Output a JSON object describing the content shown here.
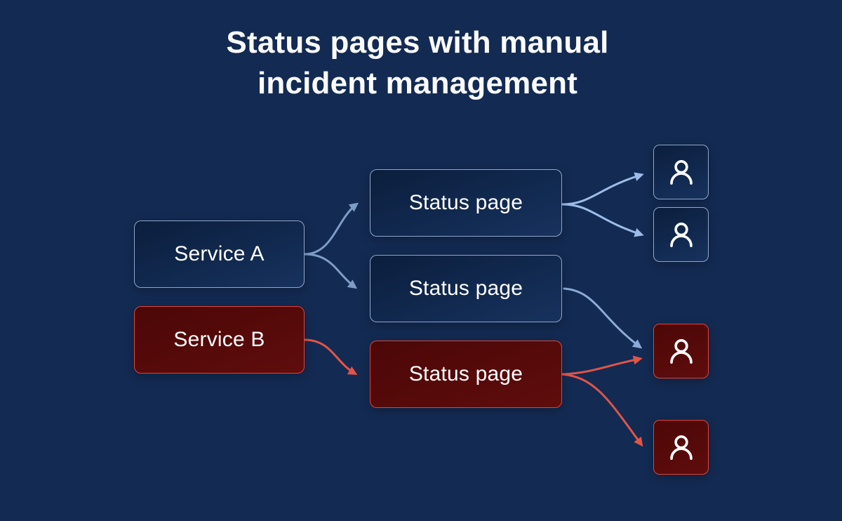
{
  "title": {
    "line1": "Status pages with manual",
    "line2": "incident management"
  },
  "diagram": {
    "nodes": [
      {
        "id": "service-a",
        "label": "Service A",
        "type": "service",
        "variant": "blue"
      },
      {
        "id": "service-b",
        "label": "Service B",
        "type": "service",
        "variant": "red"
      },
      {
        "id": "status-page-1",
        "label": "Status page",
        "type": "status-page",
        "variant": "blue"
      },
      {
        "id": "status-page-2",
        "label": "Status page",
        "type": "status-page",
        "variant": "blue"
      },
      {
        "id": "status-page-3",
        "label": "Status page",
        "type": "status-page",
        "variant": "red"
      },
      {
        "id": "user-1",
        "icon": "user-icon",
        "type": "user",
        "variant": "blue"
      },
      {
        "id": "user-2",
        "icon": "user-icon",
        "type": "user",
        "variant": "blue"
      },
      {
        "id": "user-3",
        "icon": "user-icon",
        "type": "user",
        "variant": "red"
      },
      {
        "id": "user-4",
        "icon": "user-icon",
        "type": "user",
        "variant": "red"
      }
    ],
    "edges": [
      {
        "from": "service-a",
        "to": "status-page-1",
        "color": "steel-blue"
      },
      {
        "from": "service-a",
        "to": "status-page-2",
        "color": "steel-blue"
      },
      {
        "from": "service-b",
        "to": "status-page-3",
        "color": "red"
      },
      {
        "from": "status-page-1",
        "to": "user-1",
        "color": "light-blue"
      },
      {
        "from": "status-page-1",
        "to": "user-2",
        "color": "light-blue"
      },
      {
        "from": "status-page-2",
        "to": "user-3",
        "color": "light-blue"
      },
      {
        "from": "status-page-3",
        "to": "user-3",
        "color": "red"
      },
      {
        "from": "status-page-3",
        "to": "user-4",
        "color": "red"
      }
    ]
  },
  "colors": {
    "background": "#132a52",
    "node_blue_border": "#a4bee2",
    "node_blue_fill_top": "#0b1e3d",
    "node_blue_fill_bottom": "#16315c",
    "node_red_border": "#de4537",
    "node_red_fill_top": "#4c0707",
    "node_red_fill_bottom": "#5e0c0c",
    "arrow_steel_blue": "#7e9dc6",
    "arrow_light_blue": "#9dbce8",
    "arrow_mid_blue": "#8cabd6",
    "arrow_red": "#e25448",
    "text": "#ffffff"
  }
}
